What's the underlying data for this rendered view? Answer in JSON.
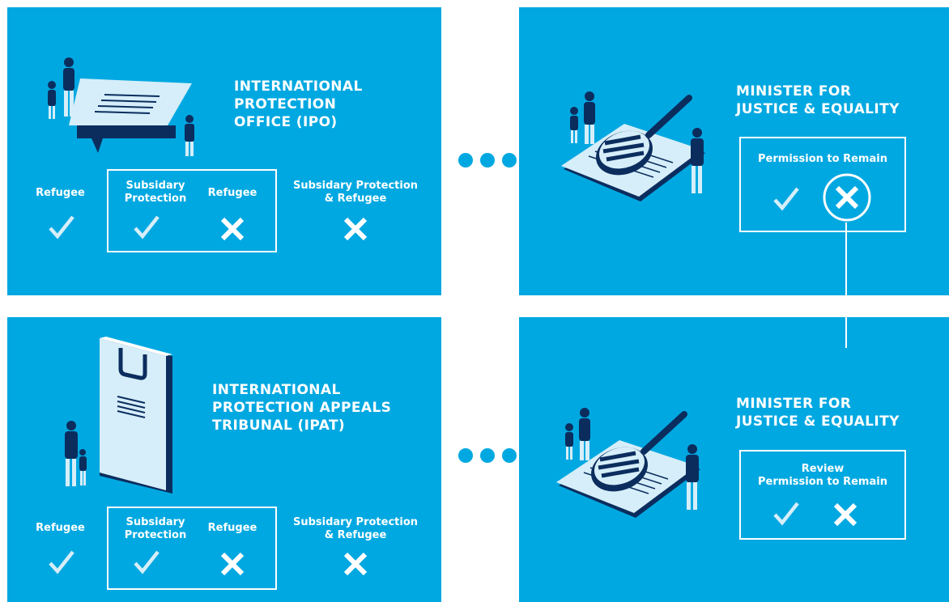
{
  "colors": {
    "panel": "#00a8e1",
    "navy": "#0b2d5e",
    "light": "#d6eef9",
    "white": "#ffffff"
  },
  "ipo": {
    "title_lines": [
      "INTERNATIONAL",
      "PROTECTION",
      "OFFICE (IPO)"
    ],
    "outcomes": [
      {
        "label_lines": [
          "Refugee"
        ],
        "mark": "check-icon"
      },
      {
        "label_lines": [
          "Subsidary",
          "Protection"
        ],
        "mark": "check-icon"
      },
      {
        "label_lines": [
          "Refugee"
        ],
        "mark": "cross-icon"
      },
      {
        "label_lines": [
          "Subsidary Protection",
          "& Refugee"
        ],
        "mark": "cross-icon"
      }
    ]
  },
  "ipat": {
    "title_lines": [
      "INTERNATIONAL",
      "PROTECTION APPEALS",
      "TRIBUNAL (IPAT)"
    ],
    "outcomes": [
      {
        "label_lines": [
          "Refugee"
        ],
        "mark": "check-icon"
      },
      {
        "label_lines": [
          "Subsidary",
          "Protection"
        ],
        "mark": "check-icon"
      },
      {
        "label_lines": [
          "Refugee"
        ],
        "mark": "cross-icon"
      },
      {
        "label_lines": [
          "Subsidary Protection",
          "& Refugee"
        ],
        "mark": "cross-icon"
      }
    ]
  },
  "minister": {
    "title_lines": [
      "MINISTER FOR",
      "JUSTICE & EQUALITY"
    ],
    "remain_label": "Permission to Remain",
    "review_label_lines": [
      "Review",
      "Permission to Remain"
    ]
  }
}
